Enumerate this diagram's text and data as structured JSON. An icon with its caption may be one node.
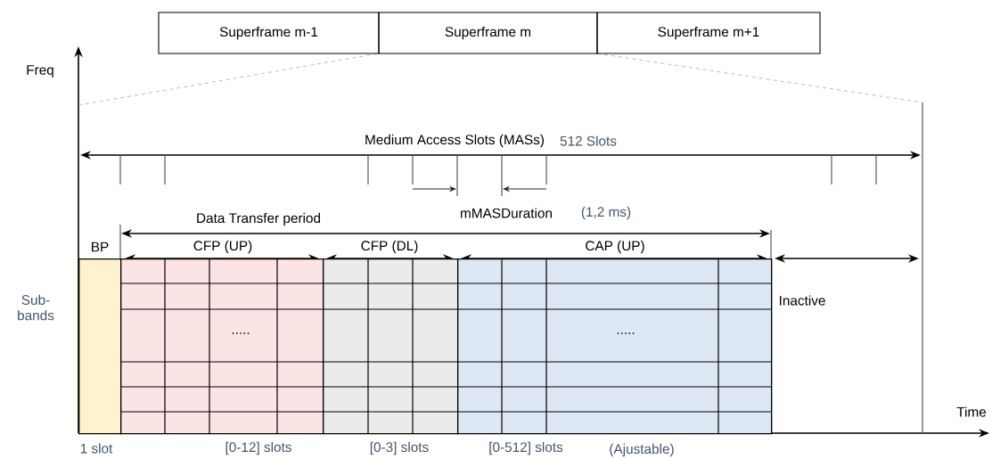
{
  "diagram": {
    "nodes": [
      {
        "text": [
          "Superframe m-1"
        ]
      },
      {
        "text": [
          "Superframe m"
        ]
      },
      {
        "text": [
          "Superframe m+1"
        ]
      },
      {
        "text": [
          "BP"
        ],
        "beside": [
          "1 slot"
        ]
      },
      {
        "text": [
          "CFP (UP)",
          "....."
        ],
        "beside": [
          "[0-12] slots"
        ]
      },
      {
        "text": [
          "CFP (DL)"
        ],
        "beside": [
          "[0-3] slots"
        ]
      },
      {
        "text": [
          "CAP (UP)",
          "....."
        ],
        "beside": [
          "[0-512] slots",
          "(Ajustable)"
        ]
      },
      {
        "text": [
          "Inactive"
        ]
      }
    ],
    "labels": [
      "Freq",
      "Medium Access Slots (MASs)",
      "512 Slots",
      "mMASDuration",
      "(1,2 ms)",
      "Data Transfer period",
      "Sub-bands",
      "Time"
    ]
  }
}
